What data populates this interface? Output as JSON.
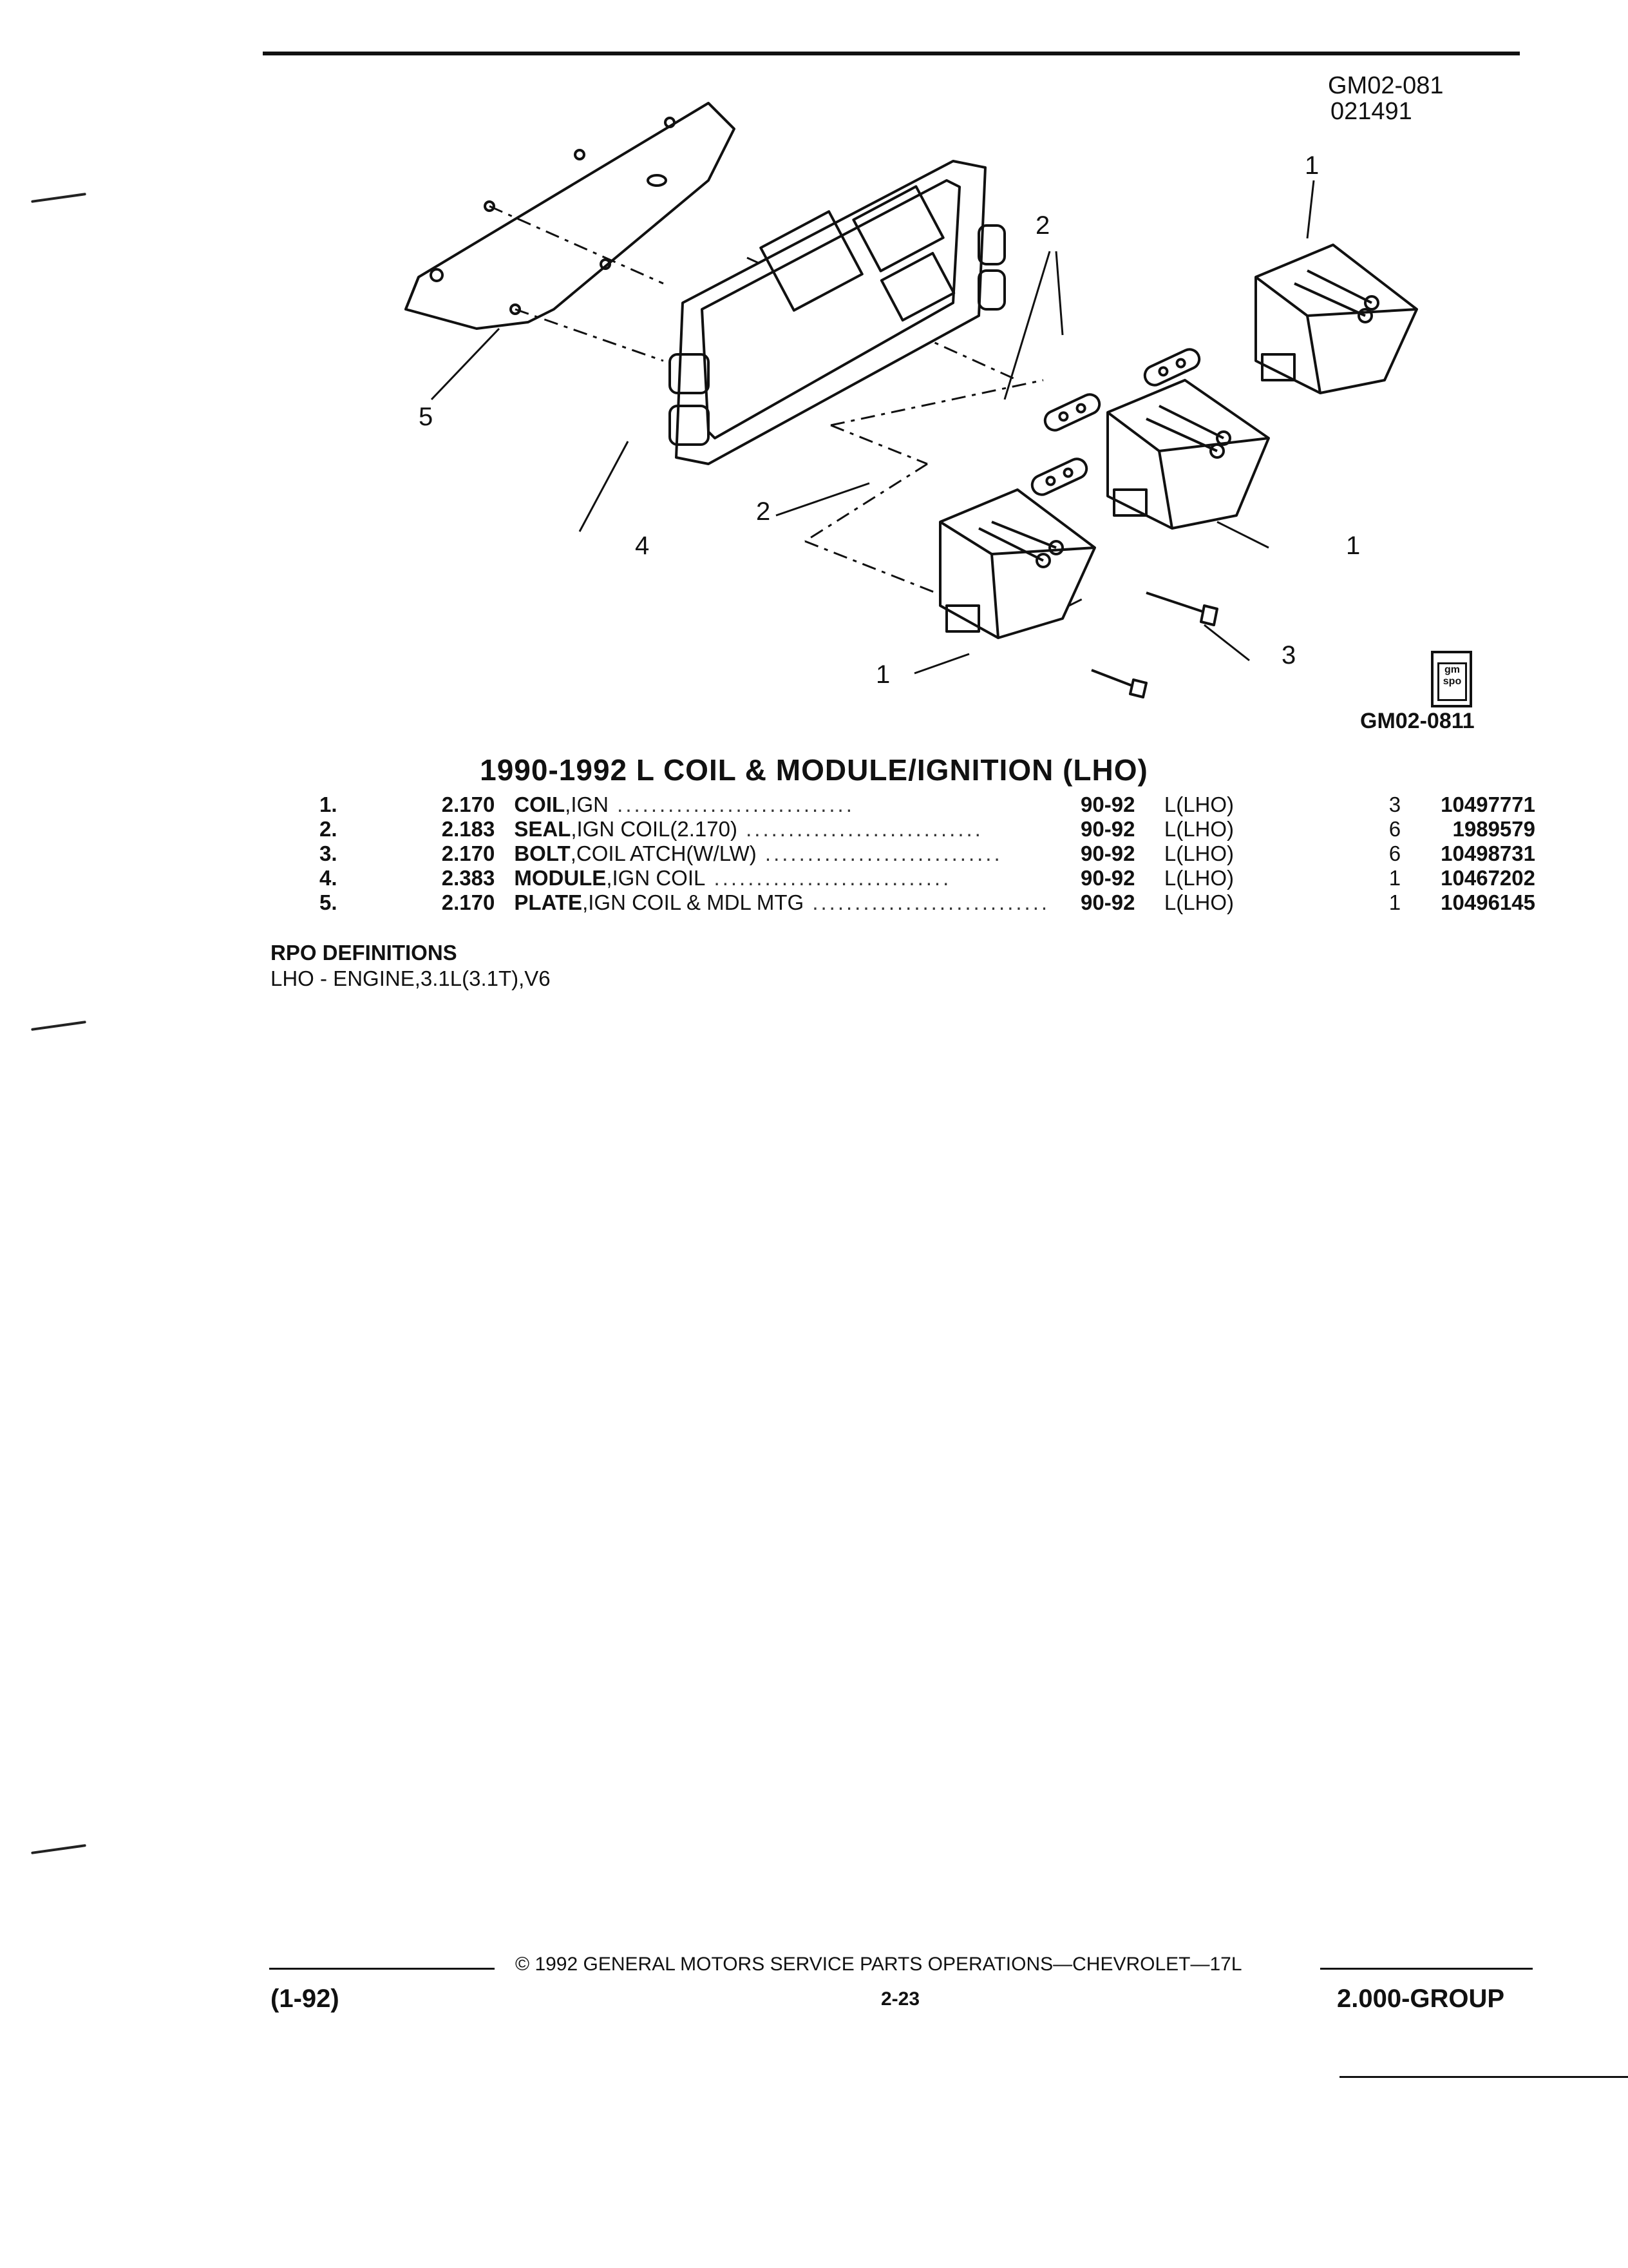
{
  "header": {
    "fig_code": "GM02-081",
    "fig_date": "021491"
  },
  "diagram": {
    "callouts": [
      "1",
      "2",
      "5",
      "4",
      "2",
      "1",
      "3",
      "1"
    ],
    "fig_label": "GM02-0811",
    "logo_text": "gm spo"
  },
  "title": "1990-1992 L COIL & MODULE/IGNITION (LHO)",
  "parts": [
    {
      "item": "1.",
      "group": "2.170",
      "name": "COIL",
      "desc": ",IGN",
      "years": "90-92",
      "rpo": "L(LHO)",
      "qty": "3",
      "part_no": "10497771"
    },
    {
      "item": "2.",
      "group": "2.183",
      "name": "SEAL",
      "desc": ",IGN COIL(2.170)",
      "years": "90-92",
      "rpo": "L(LHO)",
      "qty": "6",
      "part_no": "1989579"
    },
    {
      "item": "3.",
      "group": "2.170",
      "name": "BOLT",
      "desc": ",COIL ATCH(W/LW)",
      "years": "90-92",
      "rpo": "L(LHO)",
      "qty": "6",
      "part_no": "10498731"
    },
    {
      "item": "4.",
      "group": "2.383",
      "name": "MODULE",
      "desc": ",IGN COIL",
      "years": "90-92",
      "rpo": "L(LHO)",
      "qty": "1",
      "part_no": "10467202"
    },
    {
      "item": "5.",
      "group": "2.170",
      "name": "PLATE",
      "desc": ",IGN COIL & MDL MTG",
      "years": "90-92",
      "rpo": "L(LHO)",
      "qty": "1",
      "part_no": "10496145"
    }
  ],
  "rpo_definitions": {
    "heading": "RPO DEFINITIONS",
    "items": [
      "LHO - ENGINE,3.1L(3.1T),V6"
    ]
  },
  "footer": {
    "copyright": "© 1992 GENERAL MOTORS SERVICE PARTS OPERATIONS—CHEVROLET—17L",
    "date_code": "(1-92)",
    "page": "2-23",
    "group": "2.000-GROUP"
  }
}
